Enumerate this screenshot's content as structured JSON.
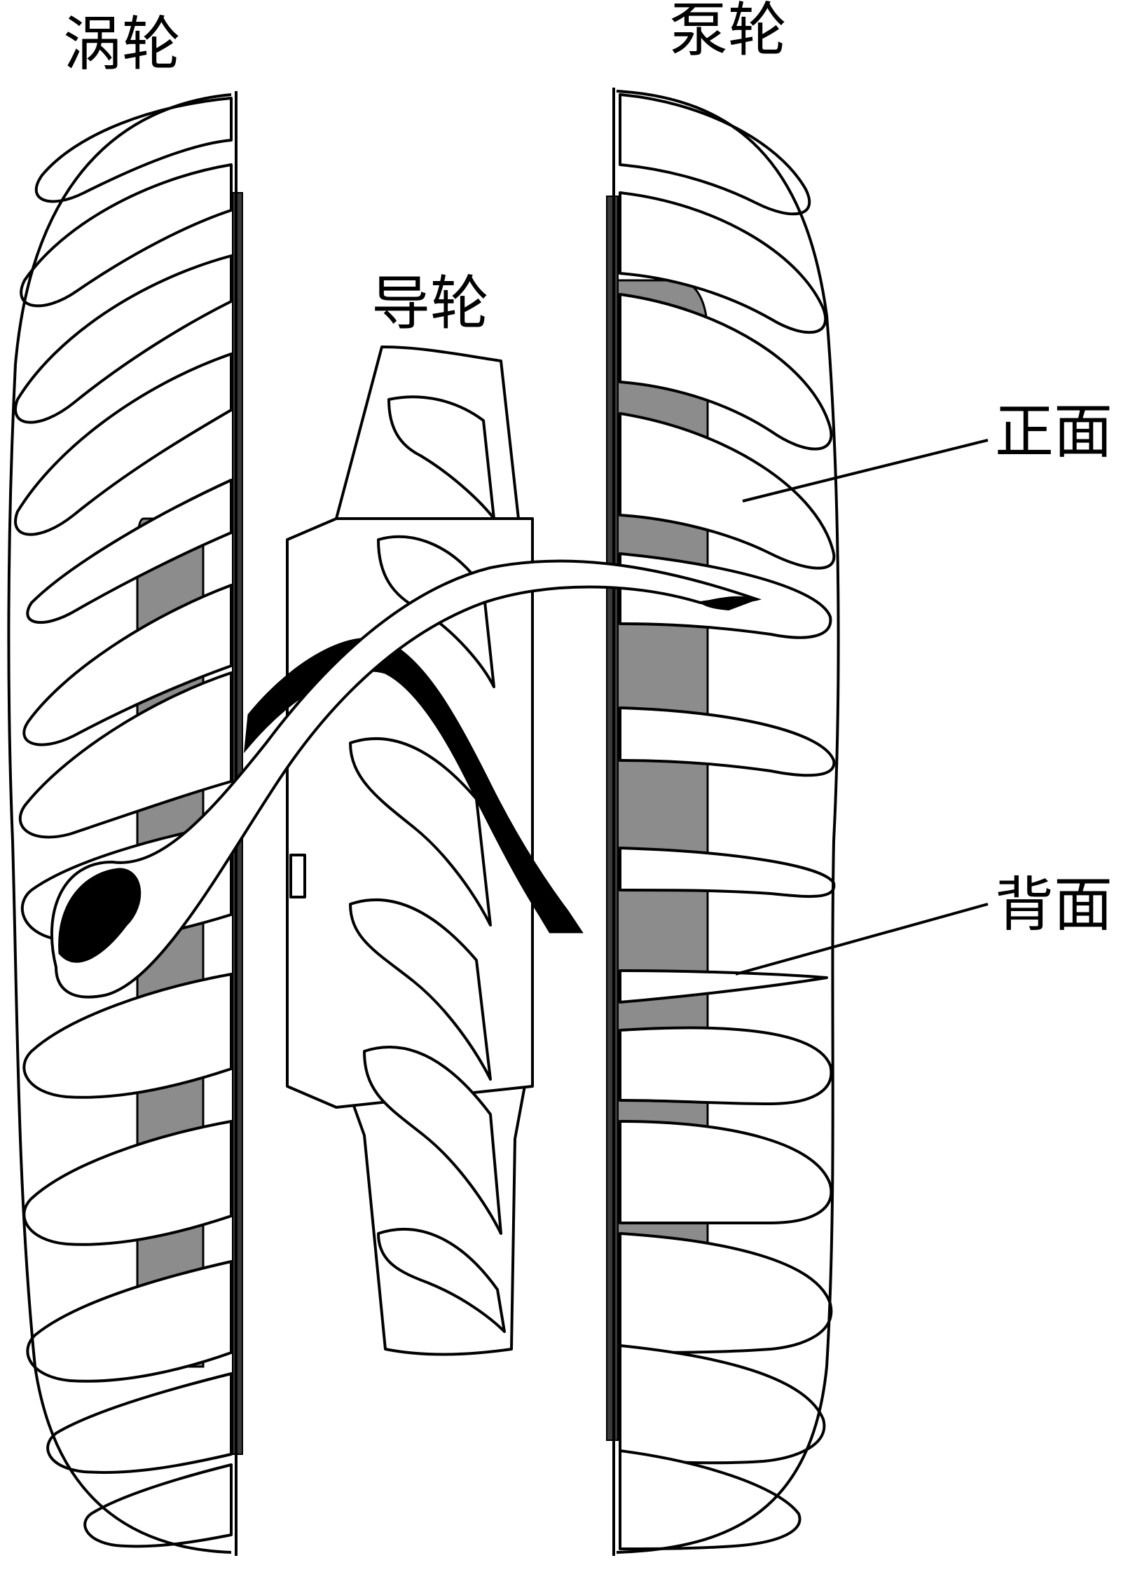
{
  "labels": {
    "turbine": "涡轮",
    "pump": "泵轮",
    "stator": "导轮",
    "front_face": "正面",
    "back_face": "背面"
  },
  "colors": {
    "ink": "#000000",
    "paper": "#ffffff",
    "core_shade": "#8c8c8c",
    "plate": "#3a3a3a"
  }
}
